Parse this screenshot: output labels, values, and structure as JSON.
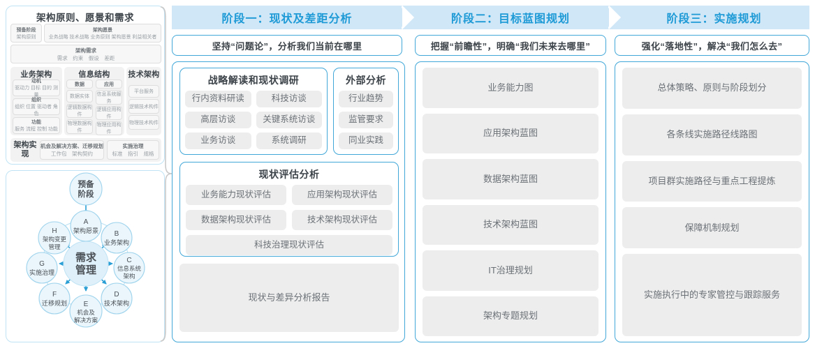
{
  "left_panel": {
    "togaf": {
      "title": "架构原则、愿景和需求",
      "prep": {
        "head": "预备阶段",
        "sub": "架构原则"
      },
      "vision": {
        "head": "架构愿景",
        "sub": "业务战略 技术战略 业务原则 架构愿景 利益相关者"
      },
      "requirements": {
        "head": "架构需求",
        "sub": "需求　约束　假设　差距"
      },
      "columns": [
        {
          "head": "业务架构",
          "boxes": [
            {
              "head": "动机",
              "sub": "驱动力 目标 目的 测量"
            },
            {
              "head": "组织",
              "sub": "组织 位置 驱动者 角色"
            },
            {
              "head": "功能",
              "sub": "服务 流程 控制 功能"
            }
          ]
        },
        {
          "head": "信息结构",
          "sub_columns": [
            {
              "head": "数据",
              "items": [
                "数据实体",
                "逻辑数据构件",
                "物理数据构件"
              ]
            },
            {
              "head": "应用",
              "items": [
                "信息系统服务",
                "逻辑应用构件",
                "物理应用构件"
              ]
            }
          ]
        },
        {
          "head": "技术架构",
          "items": [
            "平台服务",
            "逻辑技术构件",
            "物理技术构件"
          ]
        }
      ],
      "bottom": {
        "label": "架构实现",
        "boxes": [
          {
            "head": "机会及解决方案、迁移规划",
            "sub": "工作包　架构契约"
          },
          {
            "head": "实施治理",
            "sub": "标准　指引　规格"
          }
        ]
      }
    },
    "adm": {
      "center": "需求\n管理",
      "top": "预备\n阶段",
      "nodes": [
        {
          "key": "A",
          "label": "架构愿景"
        },
        {
          "key": "B",
          "label": "业务架构"
        },
        {
          "key": "C",
          "label": "信息系统\n架构"
        },
        {
          "key": "D",
          "label": "技术架构"
        },
        {
          "key": "E",
          "label": "机会及\n解决方案"
        },
        {
          "key": "F",
          "label": "迁移规划"
        },
        {
          "key": "G",
          "label": "实施治理"
        },
        {
          "key": "H",
          "label": "架构变更\n管理"
        }
      ]
    }
  },
  "phases": [
    {
      "title": "阶段一：现状及差距分析",
      "subtitle": "坚持“问题论”，分析我们当前在哪里",
      "groups": [
        {
          "name": "strategy",
          "title": "战略解读和现状调研",
          "items": [
            "行内资料研读",
            "科技访谈",
            "高层访谈",
            "关键系统访谈",
            "业务访谈",
            "系统调研"
          ]
        },
        {
          "name": "external",
          "title": "外部分析",
          "items": [
            "行业趋势",
            "监管要求",
            "同业实践"
          ]
        },
        {
          "name": "assessment",
          "title": "现状评估分析",
          "items": [
            "业务能力现状评估",
            "应用架构现状评估",
            "数据架构现状评估",
            "技术架构现状评估",
            "科技治理现状评估"
          ]
        }
      ],
      "report": "现状与差异分析报告"
    },
    {
      "title": "阶段二：目标蓝图规划",
      "subtitle": "把握“前瞻性”，明确“我们未来去哪里”",
      "items": [
        "业务能力图",
        "应用架构蓝图",
        "数据架构蓝图",
        "技术架构蓝图",
        "IT治理规划",
        "架构专题规划"
      ]
    },
    {
      "title": "阶段三：实施规划",
      "subtitle": "强化“落地性”，解决“我们怎么去”",
      "items": [
        "总体策略、原则与阶段划分",
        "各条线实施路径线路图",
        "项目群实施路径与重点工程提炼",
        "保障机制规划",
        "实施执行中的专家管控与跟踪服务"
      ]
    }
  ],
  "colors": {
    "accent": "#1e9ad6",
    "panel_border": "#41a7d8",
    "arrow_band": "#cfe7f7",
    "chip_bg": "#ededed",
    "chip_text": "#6b7177",
    "soft_border": "#bfe3f4"
  }
}
